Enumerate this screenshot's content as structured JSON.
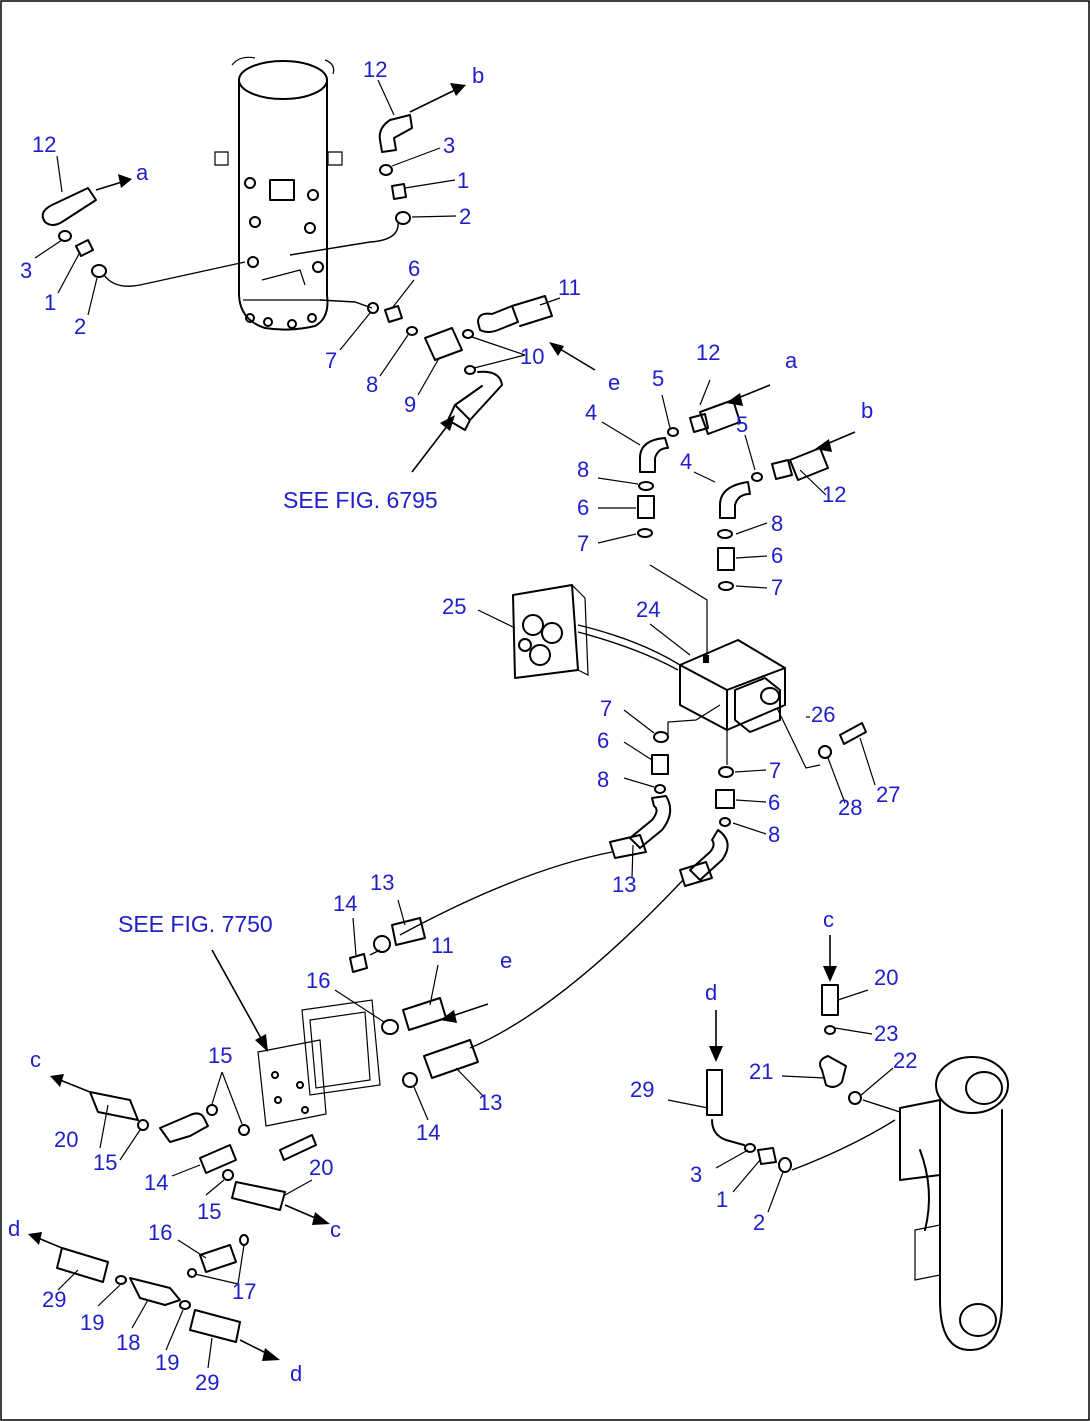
{
  "callouts": [
    {
      "text": "12"
    },
    {
      "text": "a"
    },
    {
      "text": "3"
    },
    {
      "text": "1"
    },
    {
      "text": "2"
    },
    {
      "text": "12"
    },
    {
      "text": "b"
    },
    {
      "text": "3"
    },
    {
      "text": "1"
    },
    {
      "text": "2"
    },
    {
      "text": "6"
    },
    {
      "text": "7"
    },
    {
      "text": "8"
    },
    {
      "text": "9"
    },
    {
      "text": "10"
    },
    {
      "text": "11"
    },
    {
      "text": "e"
    },
    {
      "text": "12"
    },
    {
      "text": "a"
    },
    {
      "text": "5"
    },
    {
      "text": "4"
    },
    {
      "text": "8"
    },
    {
      "text": "6"
    },
    {
      "text": "7"
    },
    {
      "text": "5"
    },
    {
      "text": "b"
    },
    {
      "text": "4"
    },
    {
      "text": "12"
    },
    {
      "text": "8"
    },
    {
      "text": "6"
    },
    {
      "text": "7"
    },
    {
      "text": "25"
    },
    {
      "text": "24"
    },
    {
      "text": "26"
    },
    {
      "text": "27"
    },
    {
      "text": "28"
    },
    {
      "text": "7"
    },
    {
      "text": "6"
    },
    {
      "text": "8"
    },
    {
      "text": "7"
    },
    {
      "text": "6"
    },
    {
      "text": "8"
    },
    {
      "text": "13"
    },
    {
      "text": "13"
    },
    {
      "text": "14"
    },
    {
      "text": "16"
    },
    {
      "text": "11"
    },
    {
      "text": "e"
    },
    {
      "text": "13"
    },
    {
      "text": "14"
    },
    {
      "text": "15"
    },
    {
      "text": "c"
    },
    {
      "text": "20"
    },
    {
      "text": "15"
    },
    {
      "text": "14"
    },
    {
      "text": "15"
    },
    {
      "text": "20"
    },
    {
      "text": "c"
    },
    {
      "text": "d"
    },
    {
      "text": "29"
    },
    {
      "text": "19"
    },
    {
      "text": "18"
    },
    {
      "text": "19"
    },
    {
      "text": "29"
    },
    {
      "text": "d"
    },
    {
      "text": "16"
    },
    {
      "text": "17"
    },
    {
      "text": "c"
    },
    {
      "text": "20"
    },
    {
      "text": "23"
    },
    {
      "text": "21"
    },
    {
      "text": "22"
    },
    {
      "text": "d"
    },
    {
      "text": "29"
    },
    {
      "text": "3"
    },
    {
      "text": "1"
    },
    {
      "text": "2"
    }
  ],
  "see_refs": [
    {
      "text": "SEE FIG. 6795"
    },
    {
      "text": "SEE FIG. 7750"
    }
  ],
  "colors": {
    "callout": "#1f20c9",
    "line": "#000000"
  }
}
